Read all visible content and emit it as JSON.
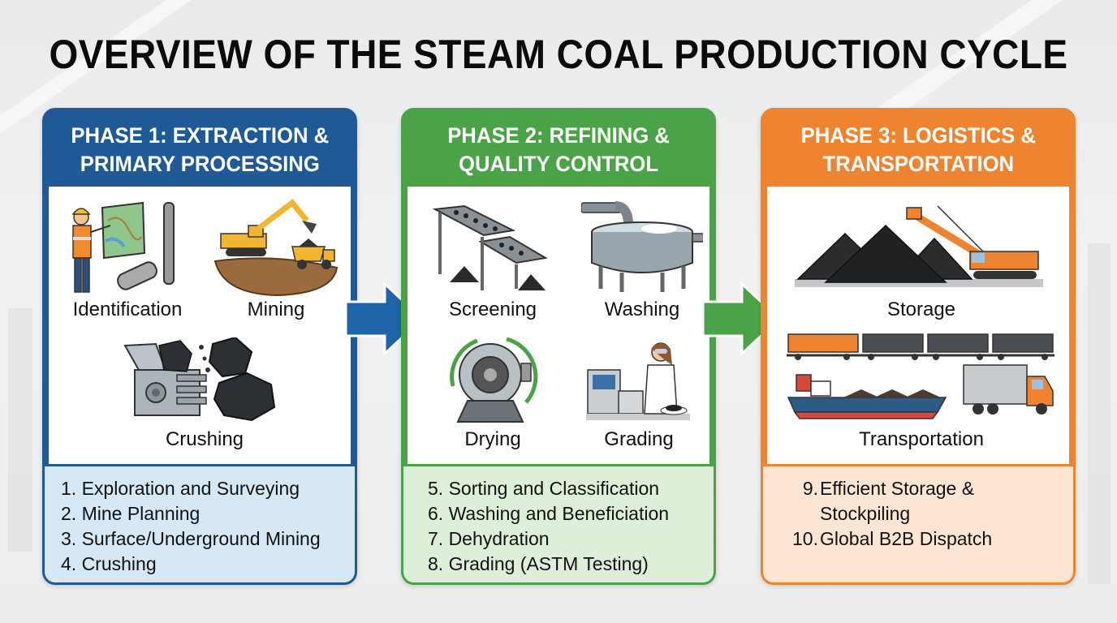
{
  "title": "OVERVIEW OF THE STEAM COAL PRODUCTION CYCLE",
  "colors": {
    "phase1": "#1f5a96",
    "phase1_light": "#d6e7f5",
    "phase2": "#4aa447",
    "phase2_light": "#deefd9",
    "phase3": "#ef8430",
    "phase3_light": "#fce6d3"
  },
  "phases": [
    {
      "header_line1": "PHASE 1: EXTRACTION &",
      "header_line2": "PRIMARY PROCESSING",
      "stages": [
        "Identification",
        "Mining",
        "Crushing"
      ],
      "icons": [
        "surveyor-map-icon",
        "excavator-truck-icon",
        "crusher-icon"
      ],
      "steps": [
        "1. Exploration and Surveying",
        "2. Mine Planning",
        "3. Surface/Underground Mining",
        "4. Crushing"
      ]
    },
    {
      "header_line1": "PHASE 2: REFINING &",
      "header_line2": "QUALITY CONTROL",
      "stages": [
        "Screening",
        "Washing",
        "Drying",
        "Grading"
      ],
      "icons": [
        "screening-machine-icon",
        "washing-tank-icon",
        "dryer-drum-icon",
        "lab-technician-icon"
      ],
      "steps": [
        "5. Sorting and Classification",
        "6. Washing and Beneficiation",
        "7. Dehydration",
        "8. Grading (ASTM Testing)"
      ]
    },
    {
      "header_line1": "PHASE 3: LOGISTICS &",
      "header_line2": "TRANSPORTATION",
      "stages": [
        "Storage",
        "Transportation"
      ],
      "icons": [
        "coal-stockpile-stacker-icon",
        "train-ship-truck-icon"
      ],
      "steps": [
        {
          "num": "9.",
          "text": "Efficient Storage &"
        },
        {
          "num": "",
          "text": "Stockpiling"
        },
        {
          "num": "10.",
          "text": "Global B2B Dispatch"
        }
      ]
    }
  ],
  "arrows": [
    "arrow-right-icon",
    "arrow-right-icon"
  ]
}
